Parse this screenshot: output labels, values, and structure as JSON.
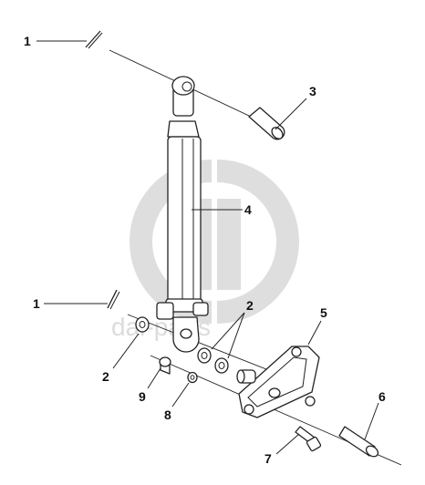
{
  "watermark": {
    "text": "dai-parts",
    "color": "#d9d9d9"
  },
  "callouts": [
    {
      "id": "c1a",
      "label": "1"
    },
    {
      "id": "c3",
      "label": "3"
    },
    {
      "id": "c4",
      "label": "4"
    },
    {
      "id": "c1b",
      "label": "1"
    },
    {
      "id": "c2a",
      "label": "2"
    },
    {
      "id": "c5",
      "label": "5"
    },
    {
      "id": "c2b",
      "label": "2"
    },
    {
      "id": "c9",
      "label": "9"
    },
    {
      "id": "c8",
      "label": "8"
    },
    {
      "id": "c6",
      "label": "6"
    },
    {
      "id": "c7",
      "label": "7"
    }
  ]
}
